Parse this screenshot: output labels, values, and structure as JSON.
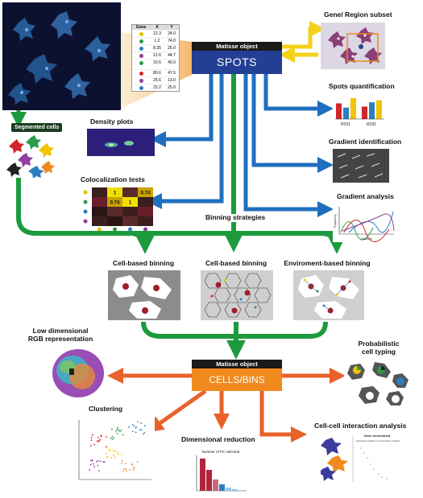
{
  "spots_object": {
    "header": "Matisse object",
    "title": "SPOTS"
  },
  "cells_object": {
    "header": "Matisse object",
    "title": "CELLS/BINS"
  },
  "gene_table": {
    "headers": [
      "Gene",
      "X",
      "Y"
    ],
    "rows_top": [
      {
        "color": "#e6c100",
        "x": "12.3",
        "y": "24.0"
      },
      {
        "color": "#2a9b4a",
        "x": "1.2",
        "y": "74.0"
      },
      {
        "color": "#2d7fc1",
        "x": "8.35",
        "y": "26.0"
      },
      {
        "color": "#8f3fa0",
        "x": "12.6",
        "y": "44.7"
      },
      {
        "color": "#2a9b4a",
        "x": "10.6",
        "y": "45.0"
      }
    ],
    "rows_bottom": [
      {
        "color": "#d0262a",
        "x": "80.6",
        "y": "47.5"
      },
      {
        "color": "#8f3fa0",
        "x": "25.6",
        "y": "13.0"
      },
      {
        "color": "#2d7fc1",
        "x": "23.2",
        "y": "25.0"
      }
    ]
  },
  "labels": {
    "segmented_cells": "Segmented cells",
    "gene_region_subset": "Gene/ Region subset",
    "spots_quantification": "Spots quantification",
    "gradient_identification": "Gradient identification",
    "gradient_analysis": "Gradient analysis",
    "density_plots": "Density plots",
    "colocalization_tests": "Colocalization tests",
    "binning_strategies": "Binning strategies",
    "cell_based_binning_1": "Cell-based binning",
    "cell_based_binning_2": "Cell-based binning",
    "environment_based_binning": "Enviroment-based  binning",
    "low_dim_rgb_line1": "Low dimensional",
    "low_dim_rgb_line2": "RGB representation",
    "probabilistic_line1": "Probabilistic",
    "probabilistic_line2": "cell typing",
    "clustering": "Clustering",
    "dimensional_reduction": "Dimensional reduction",
    "cell_cell_interaction": "Cell-cell interaction analysis"
  },
  "roi_chart": {
    "labels": [
      "ROI1",
      "ROI2"
    ],
    "bars": [
      {
        "color": "#d0262a",
        "value": 0.75
      },
      {
        "color": "#2d7fc1",
        "value": 0.55
      },
      {
        "color": "#f0c400",
        "value": 1.0
      },
      {
        "color": "#d0262a",
        "value": 0.6
      },
      {
        "color": "#2d7fc1",
        "value": 0.8
      },
      {
        "color": "#f0c400",
        "value": 0.9
      }
    ]
  },
  "coloc_matrix": {
    "values": [
      [
        "",
        "1",
        "",
        "0.74"
      ],
      [
        "",
        "0.74",
        "1",
        ""
      ],
      [
        "",
        "",
        "",
        ""
      ],
      [
        "",
        "",
        "",
        ""
      ]
    ],
    "row_colors": [
      "#e6c100",
      "#2a9b4a",
      "#2d7fc1",
      "#8f3fa0"
    ]
  },
  "gradient_plot": {
    "ylabel": "Frequency",
    "xlabel": "Distance"
  },
  "dimred_plot": {
    "title": "Number of PC selected"
  },
  "interaction_panel": {
    "title": "Gene enrichment",
    "subtitles": [
      "Interacting neighbor",
      "No interacting neighbor"
    ]
  },
  "colors": {
    "green_arrow": "#1d9a3e",
    "blue_arrow": "#1f6fbf",
    "yellow_arrow": "#f4d21a",
    "orange_arrow": "#e8622a",
    "spots_box": "#233f95",
    "cells_box": "#f08a1e"
  }
}
